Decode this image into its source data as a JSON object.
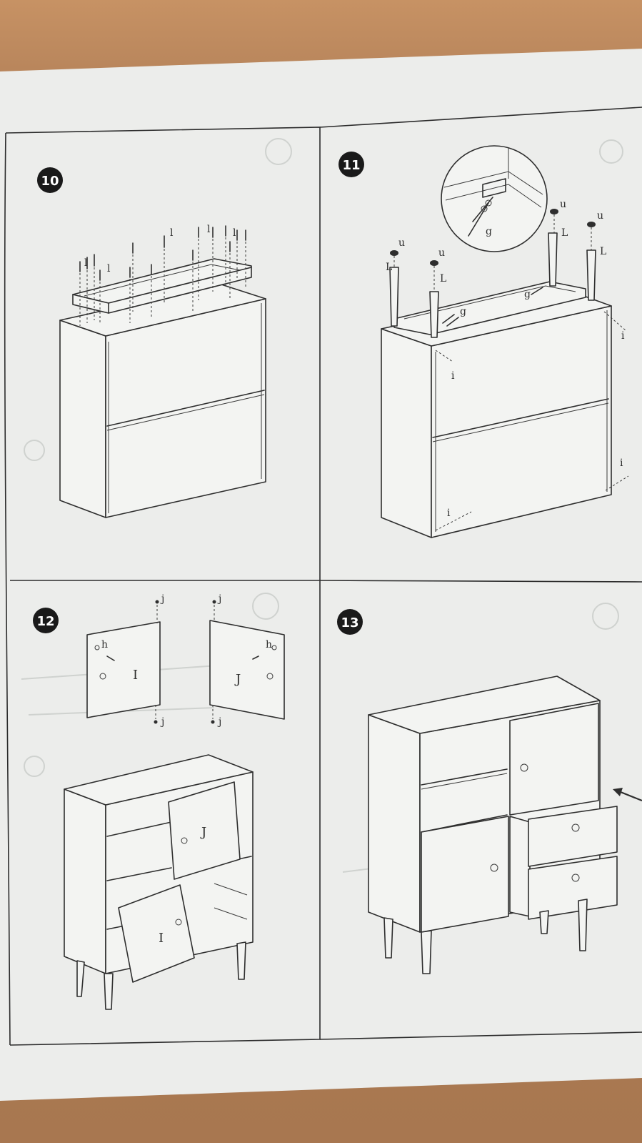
{
  "steps": [
    {
      "number": "10",
      "parts": [
        "l"
      ]
    },
    {
      "number": "11",
      "parts": [
        "u",
        "L",
        "g",
        "i"
      ]
    },
    {
      "number": "12",
      "parts": [
        "j",
        "h",
        "I",
        "J"
      ]
    },
    {
      "number": "13",
      "parts": []
    }
  ],
  "colors": {
    "paper": "#ecedeb",
    "table_wood": "#b9865c",
    "ink": "#2e2e2e",
    "badge": "#1a1a1a"
  }
}
